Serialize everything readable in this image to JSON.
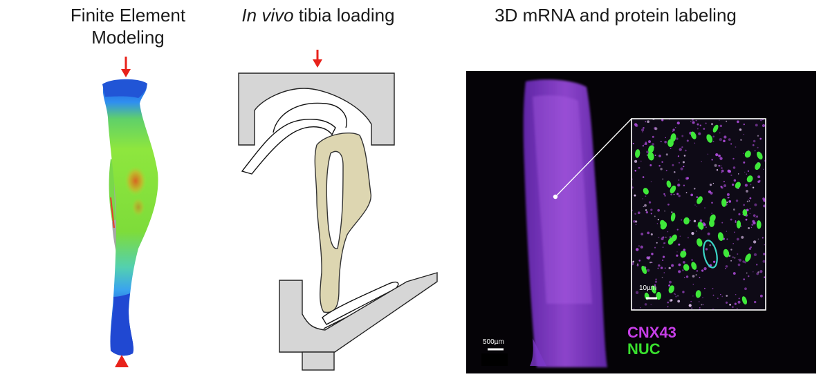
{
  "panels": {
    "fem": {
      "title_line1": "Finite Element",
      "title_line2": "Modeling"
    },
    "loading": {
      "title_italic": "In vivo",
      "title_rest": " tibia loading"
    },
    "labeling": {
      "title": "3D mRNA and protein labeling",
      "scale_main": "500µm",
      "scale_inset": "10µm",
      "legend": [
        {
          "label": "CNX43",
          "color": "#c63ee6"
        },
        {
          "label": "NUC",
          "color": "#39e02e"
        }
      ]
    }
  },
  "colors": {
    "arrow": "#e8221b",
    "fixture": "#d6d6d6",
    "bone": "#ddd6b1",
    "micrograph_bg": "#050307",
    "tissue": "#8a3fd0"
  }
}
